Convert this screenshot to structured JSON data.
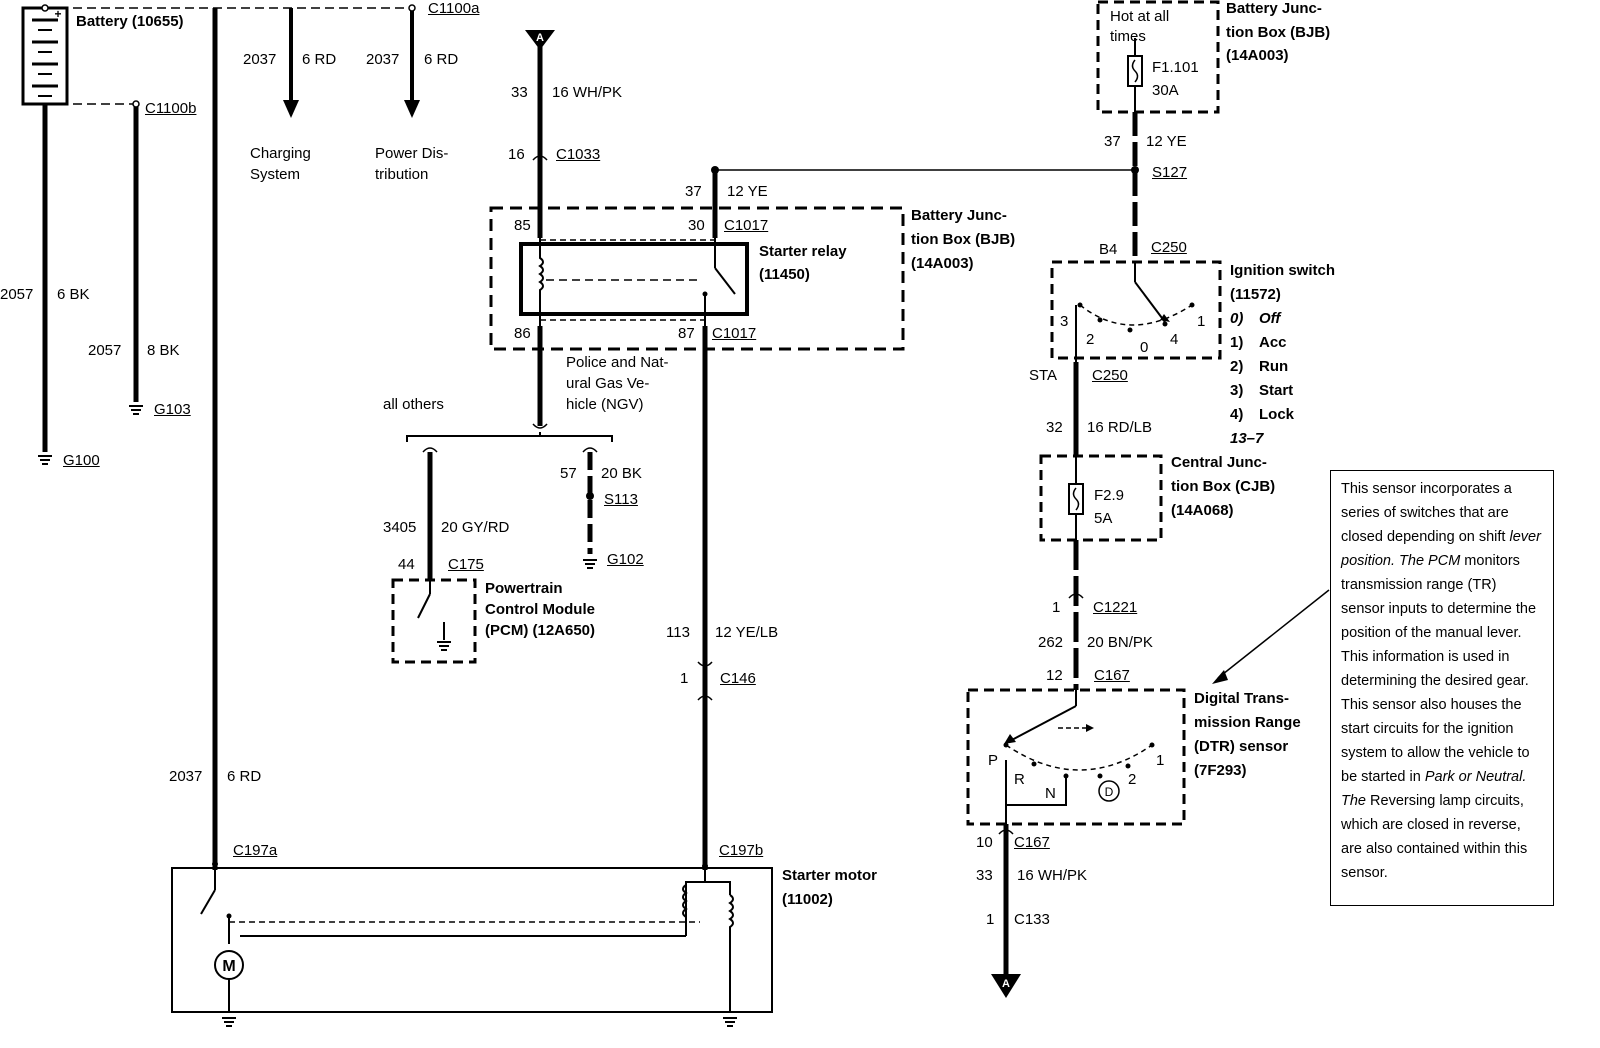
{
  "battery": {
    "label": "Battery (10655)",
    "plus": "+"
  },
  "connectors": {
    "c1100a": "C1100a",
    "c1100b": "C1100b",
    "c1033": "C1033",
    "c1017_top": "C1017",
    "c1017_bottom": "C1017",
    "c175": "C175",
    "c146": "C146",
    "c197a": "C197a",
    "c197b": "C197b",
    "s127": "S127",
    "c250_top": "C250",
    "c250_bottom": "C250",
    "s113": "S113",
    "c1221": "C1221",
    "c167_top": "C167",
    "c167_bottom": "C167",
    "c133": "C133"
  },
  "grounds": {
    "g100": "G100",
    "g103": "G103",
    "g102": "G102"
  },
  "wires": {
    "w2037_charging": {
      "circuit": "2037",
      "gauge": "6 RD"
    },
    "w2037_power": {
      "circuit": "2037",
      "gauge": "6 RD"
    },
    "w2057_6bk": {
      "circuit": "2057",
      "gauge": "6 BK"
    },
    "w2057_8bk": {
      "circuit": "2057",
      "gauge": "8 BK"
    },
    "w33_top": {
      "circuit": "33",
      "gauge": "16 WH/PK"
    },
    "w37_relay": {
      "circuit": "37",
      "gauge": "12 YE"
    },
    "w37_bjb": {
      "circuit": "37",
      "gauge": "12 YE"
    },
    "w57": {
      "circuit": "57",
      "gauge": "20 BK"
    },
    "w3405": {
      "circuit": "3405",
      "gauge": "20 GY/RD"
    },
    "w113": {
      "circuit": "113",
      "gauge": "12 YE/LB"
    },
    "w2037_starter": {
      "circuit": "2037",
      "gauge": "6 RD"
    },
    "w32": {
      "circuit": "32",
      "gauge": "16 RD/LB"
    },
    "w262": {
      "circuit": "262",
      "gauge": "20 BN/PK"
    },
    "w33_bottom": {
      "circuit": "33",
      "gauge": "16 WH/PK"
    }
  },
  "pins": {
    "c1033_pin": "16",
    "relay_85": "85",
    "relay_30": "30",
    "relay_86": "86",
    "relay_87": "87",
    "c175_pin": "44",
    "c146_pin": "1",
    "c250_b4": "B4",
    "c250_sta": "STA",
    "c1221_pin": "1",
    "c167_top_pin": "12",
    "c167_bottom_pin": "10",
    "c133_pin": "1"
  },
  "destinations": {
    "charging": {
      "line1": "Charging",
      "line2": "System"
    },
    "power": {
      "line1": "Power Dis-",
      "line2": "tribution"
    }
  },
  "page_ref": {
    "top": "A",
    "bottom": "A"
  },
  "bjb_relay": {
    "line1": "Battery Junc-",
    "line2": "tion Box (BJB)",
    "line3": "(14A003)"
  },
  "starter_relay": {
    "line1": "Starter relay",
    "line2": "(11450)"
  },
  "branch": {
    "all_others": "all others",
    "police_line1": "Police and Nat-",
    "police_line2": "ural Gas Ve-",
    "police_line3": "hicle (NGV)"
  },
  "pcm": {
    "line1": "Powertrain",
    "line2": "Control Module",
    "line3": "(PCM) (12A650)"
  },
  "starter_motor": {
    "line1": "Starter motor",
    "line2": "(11002)",
    "motor_symbol": "M"
  },
  "bjb_top": {
    "hot_line1": "Hot at all",
    "hot_line2": "times",
    "fuse": "F1.101",
    "amps": "30A",
    "line1": "Battery Junc-",
    "line2": "tion Box (BJB)",
    "line3": "(14A003)"
  },
  "ignition_switch": {
    "line1": "Ignition switch",
    "line2": "(11572)",
    "positions": [
      {
        "num": "0)",
        "name": "Off"
      },
      {
        "num": "1)",
        "name": "Acc"
      },
      {
        "num": "2)",
        "name": "Run"
      },
      {
        "num": "3)",
        "name": "Start"
      },
      {
        "num": "4)",
        "name": "Lock"
      }
    ],
    "ref": "13–7",
    "terminals": {
      "t3": "3",
      "t2": "2",
      "t0": "0",
      "t4": "4",
      "t1": "1"
    }
  },
  "cjb": {
    "fuse": "F2.9",
    "amps": "5A",
    "line1": "Central Junc-",
    "line2": "tion Box (CJB)",
    "line3": "(14A068)"
  },
  "dtr": {
    "line1": "Digital Trans-",
    "line2": "mission Range",
    "line3": "(DTR) sensor",
    "line4": "(7F293)",
    "positions": {
      "p": "P",
      "r": "R",
      "n": "N",
      "d": "D",
      "two": "2",
      "one": "1"
    }
  },
  "note": {
    "part1": "This sensor incorporates a series of switches that are closed depending on shift ",
    "italic1": "lever position. The PCM",
    "part2": " monitors transmission range (TR) sensor inputs to determine the position of the manual lever. This information is used in determining the desired gear. This sensor also houses the start circuits for the ignition system to allow the vehicle to be started in ",
    "italic2": "Park or Neutral. The",
    "part3": " Reversing lamp circuits, which are closed in reverse, are also contained within this sensor."
  }
}
